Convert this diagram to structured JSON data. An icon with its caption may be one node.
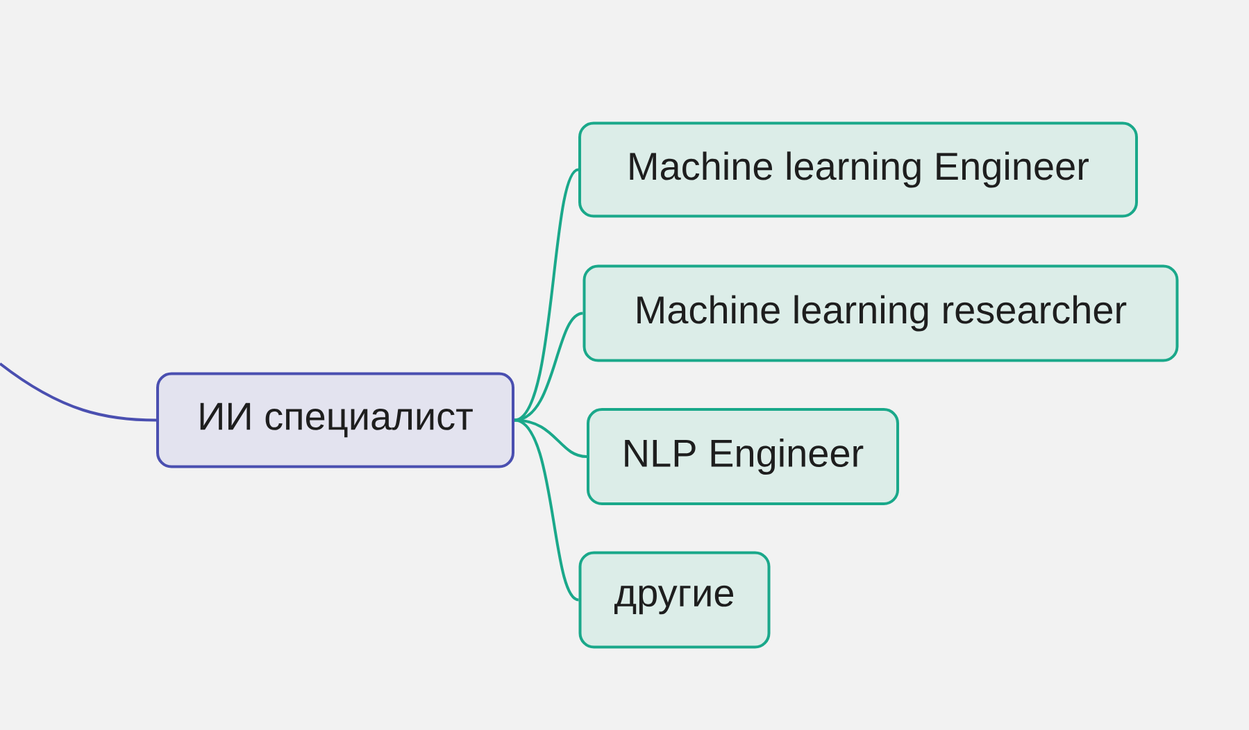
{
  "diagram": {
    "nodes": [
      {
        "text": [
          "ИИ специалист"
        ]
      },
      {
        "text": [
          "Machine learning Engineer"
        ]
      },
      {
        "text": [
          "Machine learning researcher"
        ]
      },
      {
        "text": [
          "NLP Engineer"
        ]
      },
      {
        "text": [
          "другие"
        ]
      }
    ],
    "edges": [
      {
        "from": null,
        "to": 0,
        "arrow": "none",
        "color": "#4a4fb0"
      },
      {
        "from": 0,
        "to": 1,
        "arrow": "none"
      },
      {
        "from": 0,
        "to": 2,
        "arrow": "none"
      },
      {
        "from": 0,
        "to": 3,
        "arrow": "none"
      },
      {
        "from": 0,
        "to": 4,
        "arrow": "none"
      }
    ]
  }
}
